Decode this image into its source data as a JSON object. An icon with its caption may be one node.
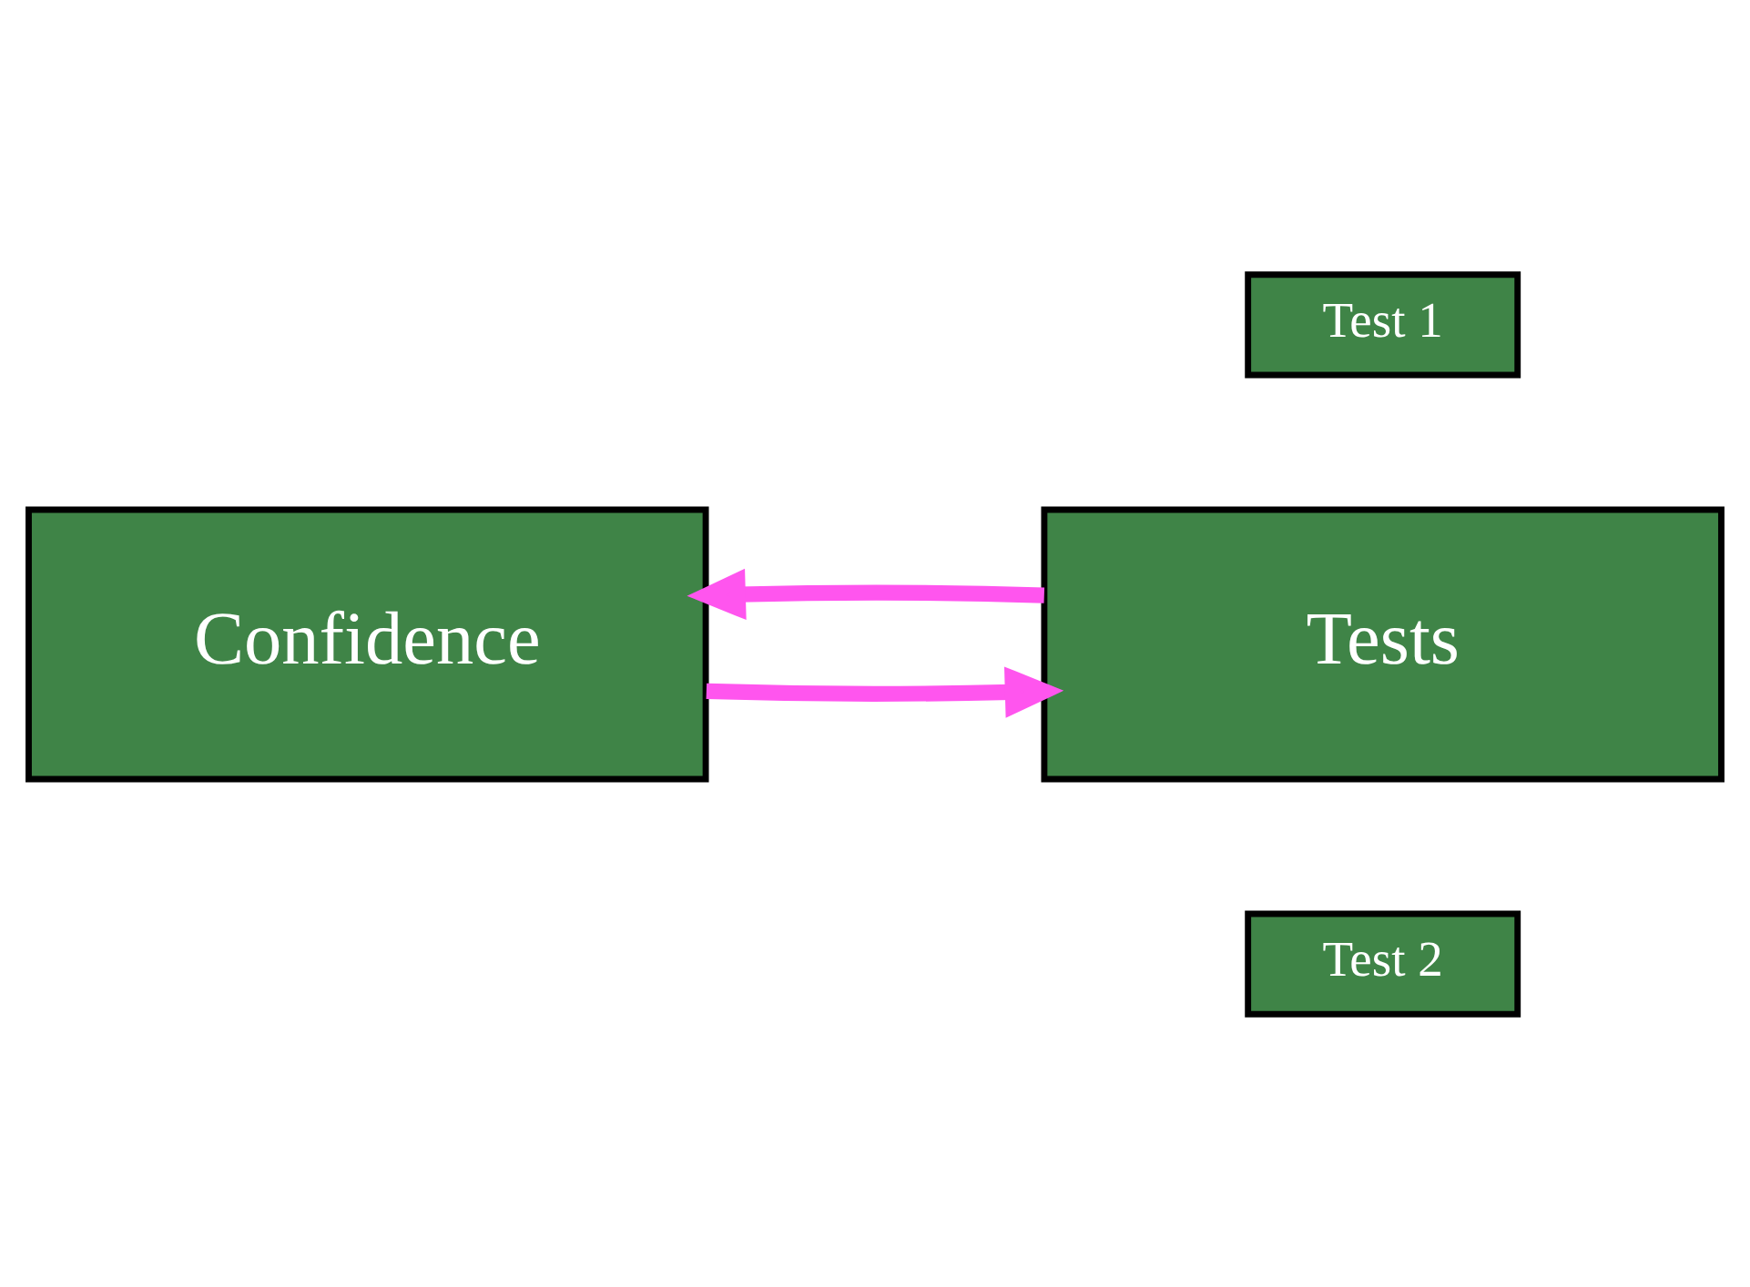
{
  "diagram": {
    "nodes": [
      {
        "text": [
          "Confidence"
        ]
      },
      {
        "text": [
          "Tests"
        ]
      },
      {
        "text": [
          "Test 1"
        ]
      },
      {
        "text": [
          "Test 2"
        ]
      }
    ],
    "edges": [
      {
        "from": 0,
        "to": 1,
        "arrow": "to"
      },
      {
        "from": 1,
        "to": 0,
        "arrow": "to"
      }
    ]
  }
}
